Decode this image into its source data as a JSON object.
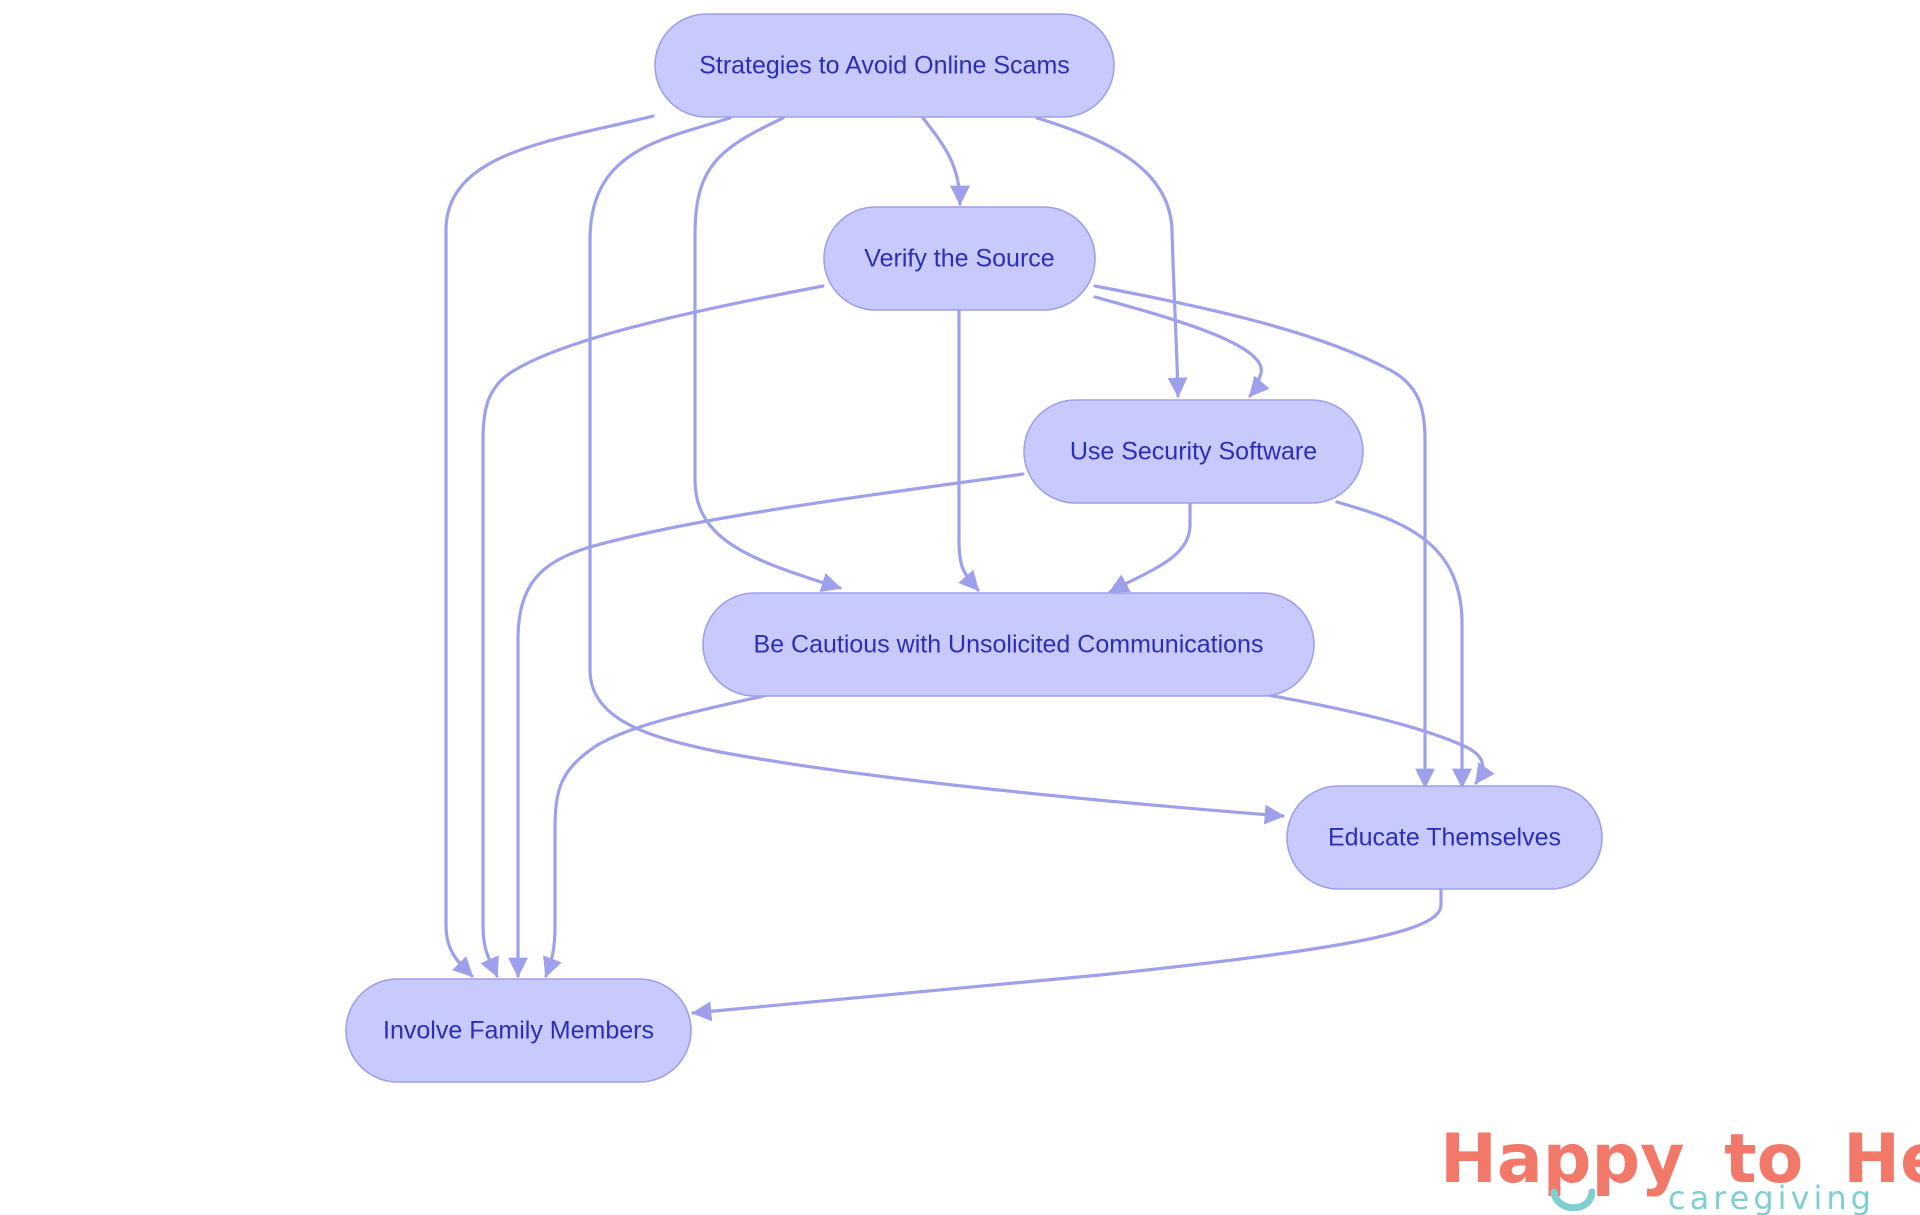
{
  "diagram": {
    "nodes": [
      {
        "id": "root",
        "label": "Strategies to Avoid Online Scams"
      },
      {
        "id": "verify",
        "label": "Verify the Source"
      },
      {
        "id": "security",
        "label": "Use Security Software"
      },
      {
        "id": "cautious",
        "label": "Be Cautious with Unsolicited Communications"
      },
      {
        "id": "educate",
        "label": "Educate Themselves"
      },
      {
        "id": "family",
        "label": "Involve Family Members"
      }
    ],
    "edges": [
      {
        "from": "root",
        "to": "verify"
      },
      {
        "from": "root",
        "to": "security"
      },
      {
        "from": "root",
        "to": "cautious"
      },
      {
        "from": "root",
        "to": "educate"
      },
      {
        "from": "root",
        "to": "family"
      },
      {
        "from": "verify",
        "to": "security"
      },
      {
        "from": "verify",
        "to": "cautious"
      },
      {
        "from": "verify",
        "to": "educate"
      },
      {
        "from": "verify",
        "to": "family"
      },
      {
        "from": "security",
        "to": "cautious"
      },
      {
        "from": "security",
        "to": "educate"
      },
      {
        "from": "security",
        "to": "family"
      },
      {
        "from": "cautious",
        "to": "educate"
      },
      {
        "from": "cautious",
        "to": "family"
      },
      {
        "from": "educate",
        "to": "family"
      }
    ]
  },
  "logo": {
    "word_happy": "Happy",
    "word_to": "to",
    "word_help": "Help",
    "tagline": "caregiving",
    "colors": {
      "coral": "#f2786a",
      "teal": "#7ecfcf"
    }
  },
  "colors": {
    "node_fill": "#c8c9fc",
    "node_stroke": "#9ea0ec",
    "edge": "#9ea0ec",
    "label": "#2b2fb6"
  }
}
